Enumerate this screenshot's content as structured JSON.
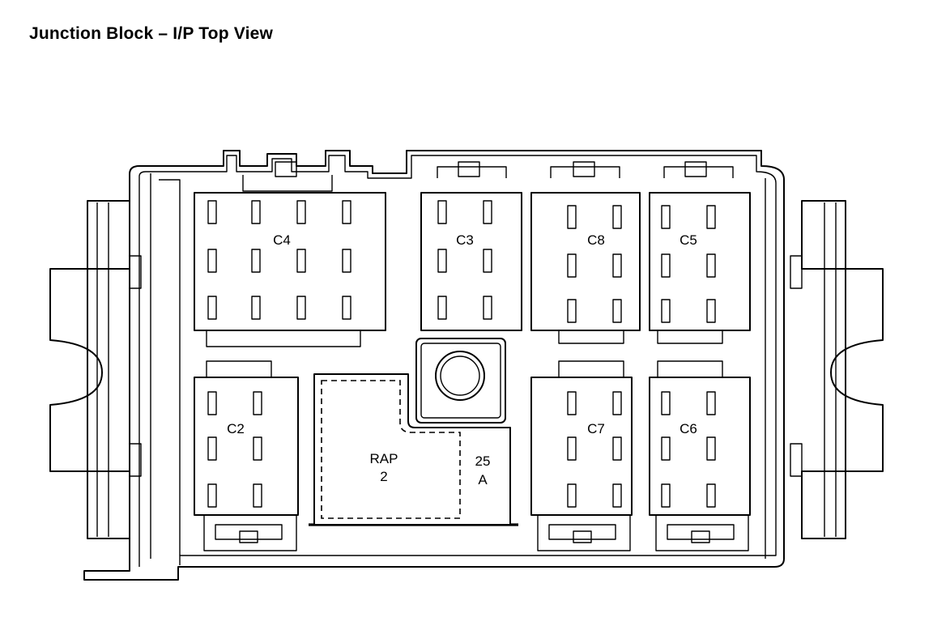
{
  "diagram": {
    "title": "Junction Block – I/P Top View",
    "connectors": {
      "c4": "C4",
      "c3": "C3",
      "c8": "C8",
      "c5": "C5",
      "c2": "C2",
      "c7": "C7",
      "c6": "C6"
    },
    "relay": {
      "line1": "RAP",
      "line2": "2"
    },
    "fuse": {
      "line1": "25",
      "line2": "A"
    }
  }
}
